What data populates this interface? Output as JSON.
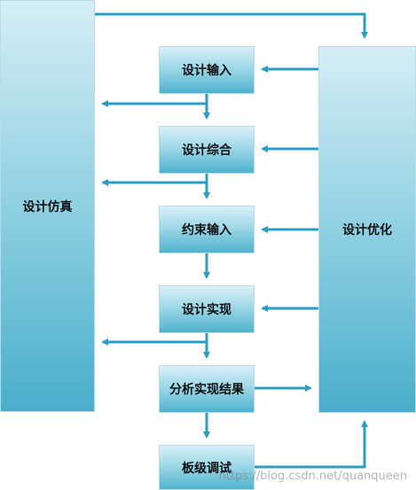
{
  "diagram": {
    "left_panel": "设计仿真",
    "right_panel": "设计优化",
    "steps": [
      "设计输入",
      "设计综合",
      "约束输入",
      "设计实现",
      "分析实现结果",
      "板级调试"
    ],
    "watermark": "https://blog.csdn.net/quanqueen"
  },
  "colors": {
    "arrow": "#2a9dc2",
    "box_top": "#d9f0f7",
    "box_bottom": "#4fb3cd"
  }
}
